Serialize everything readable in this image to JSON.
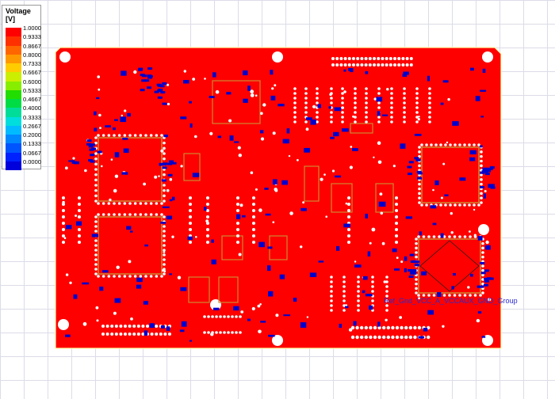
{
  "legend": {
    "title": "Voltage\n[V]",
    "entries": [
      {
        "label": "1.0000",
        "color": "#ff0000"
      },
      {
        "label": "0.9333",
        "color": "#ff3000"
      },
      {
        "label": "0.8667",
        "color": "#ff6600"
      },
      {
        "label": "0.8000",
        "color": "#ff9900"
      },
      {
        "label": "0.7333",
        "color": "#ffcc00"
      },
      {
        "label": "0.6667",
        "color": "#ccee00"
      },
      {
        "label": "0.6000",
        "color": "#88ee00"
      },
      {
        "label": "0.5333",
        "color": "#22dd00"
      },
      {
        "label": "0.4667",
        "color": "#00dd44"
      },
      {
        "label": "0.4000",
        "color": "#00dd99"
      },
      {
        "label": "0.3333",
        "color": "#00dddd"
      },
      {
        "label": "0.2667",
        "color": "#00bbff"
      },
      {
        "label": "0.2000",
        "color": "#0088ff"
      },
      {
        "label": "0.1333",
        "color": "#0055ff"
      },
      {
        "label": "0.0667",
        "color": "#0022ff"
      },
      {
        "label": "0.0000",
        "color": "#0000dd"
      }
    ]
  },
  "board": {
    "fill_color": "#ff0000",
    "pad_color": "#0000cc",
    "trace_color": "#cc8833",
    "outline_color": "#ffffaa"
  },
  "net_label": "Ref_Gnd_VCC_A_VCCAUX_GND_Group"
}
